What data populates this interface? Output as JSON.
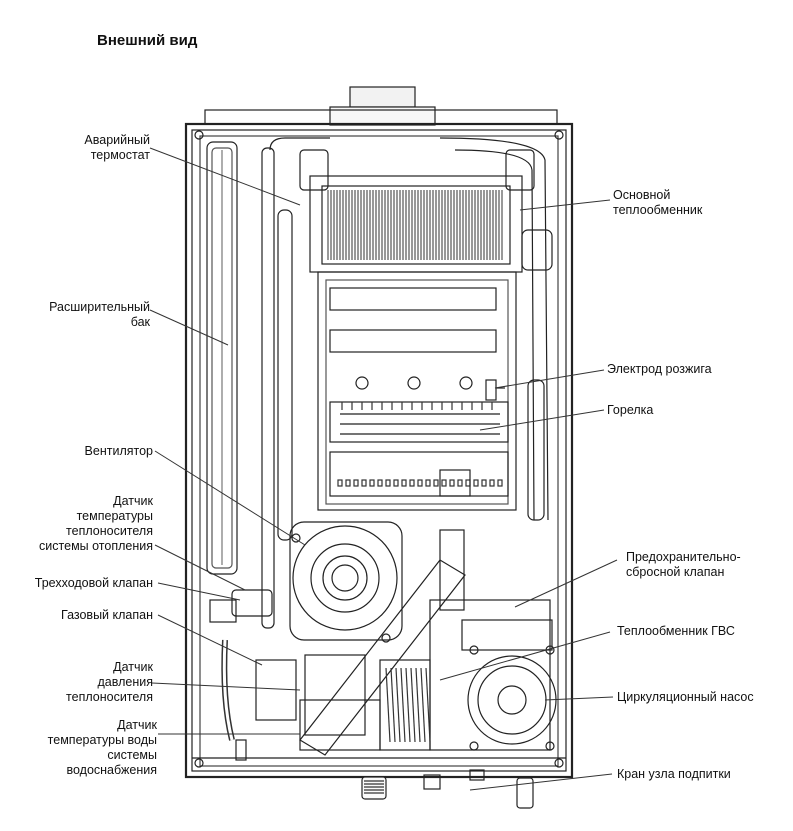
{
  "title": "Внешний вид",
  "labels": {
    "emergency_thermostat": [
      "Аварийный",
      "термостат"
    ],
    "main_heat_exchanger": [
      "Основной",
      "теплообменник"
    ],
    "expansion_tank": [
      "Расширительный",
      "бак"
    ],
    "ignition_electrode": [
      "Электрод розжига"
    ],
    "burner": [
      "Горелка"
    ],
    "fan": [
      "Вентилятор"
    ],
    "heating_temp_sensor": [
      "Датчик",
      "температуры",
      "теплоносителя",
      "системы отопления"
    ],
    "safety_valve": [
      "Предохранительно-",
      "сбросной клапан"
    ],
    "three_way_valve": [
      "Трехходовой клапан"
    ],
    "gas_valve": [
      "Газовый клапан"
    ],
    "dhw_heat_exchanger": [
      "Теплообменник ГВС"
    ],
    "pressure_sensor": [
      "Датчик",
      "давления",
      "теплоносителя"
    ],
    "circulation_pump": [
      "Циркуляционный насос"
    ],
    "dhw_temp_sensor": [
      "Датчик",
      "температуры воды",
      "системы",
      "водоснабжения"
    ],
    "fill_tap": [
      "Кран узла подпитки"
    ]
  }
}
